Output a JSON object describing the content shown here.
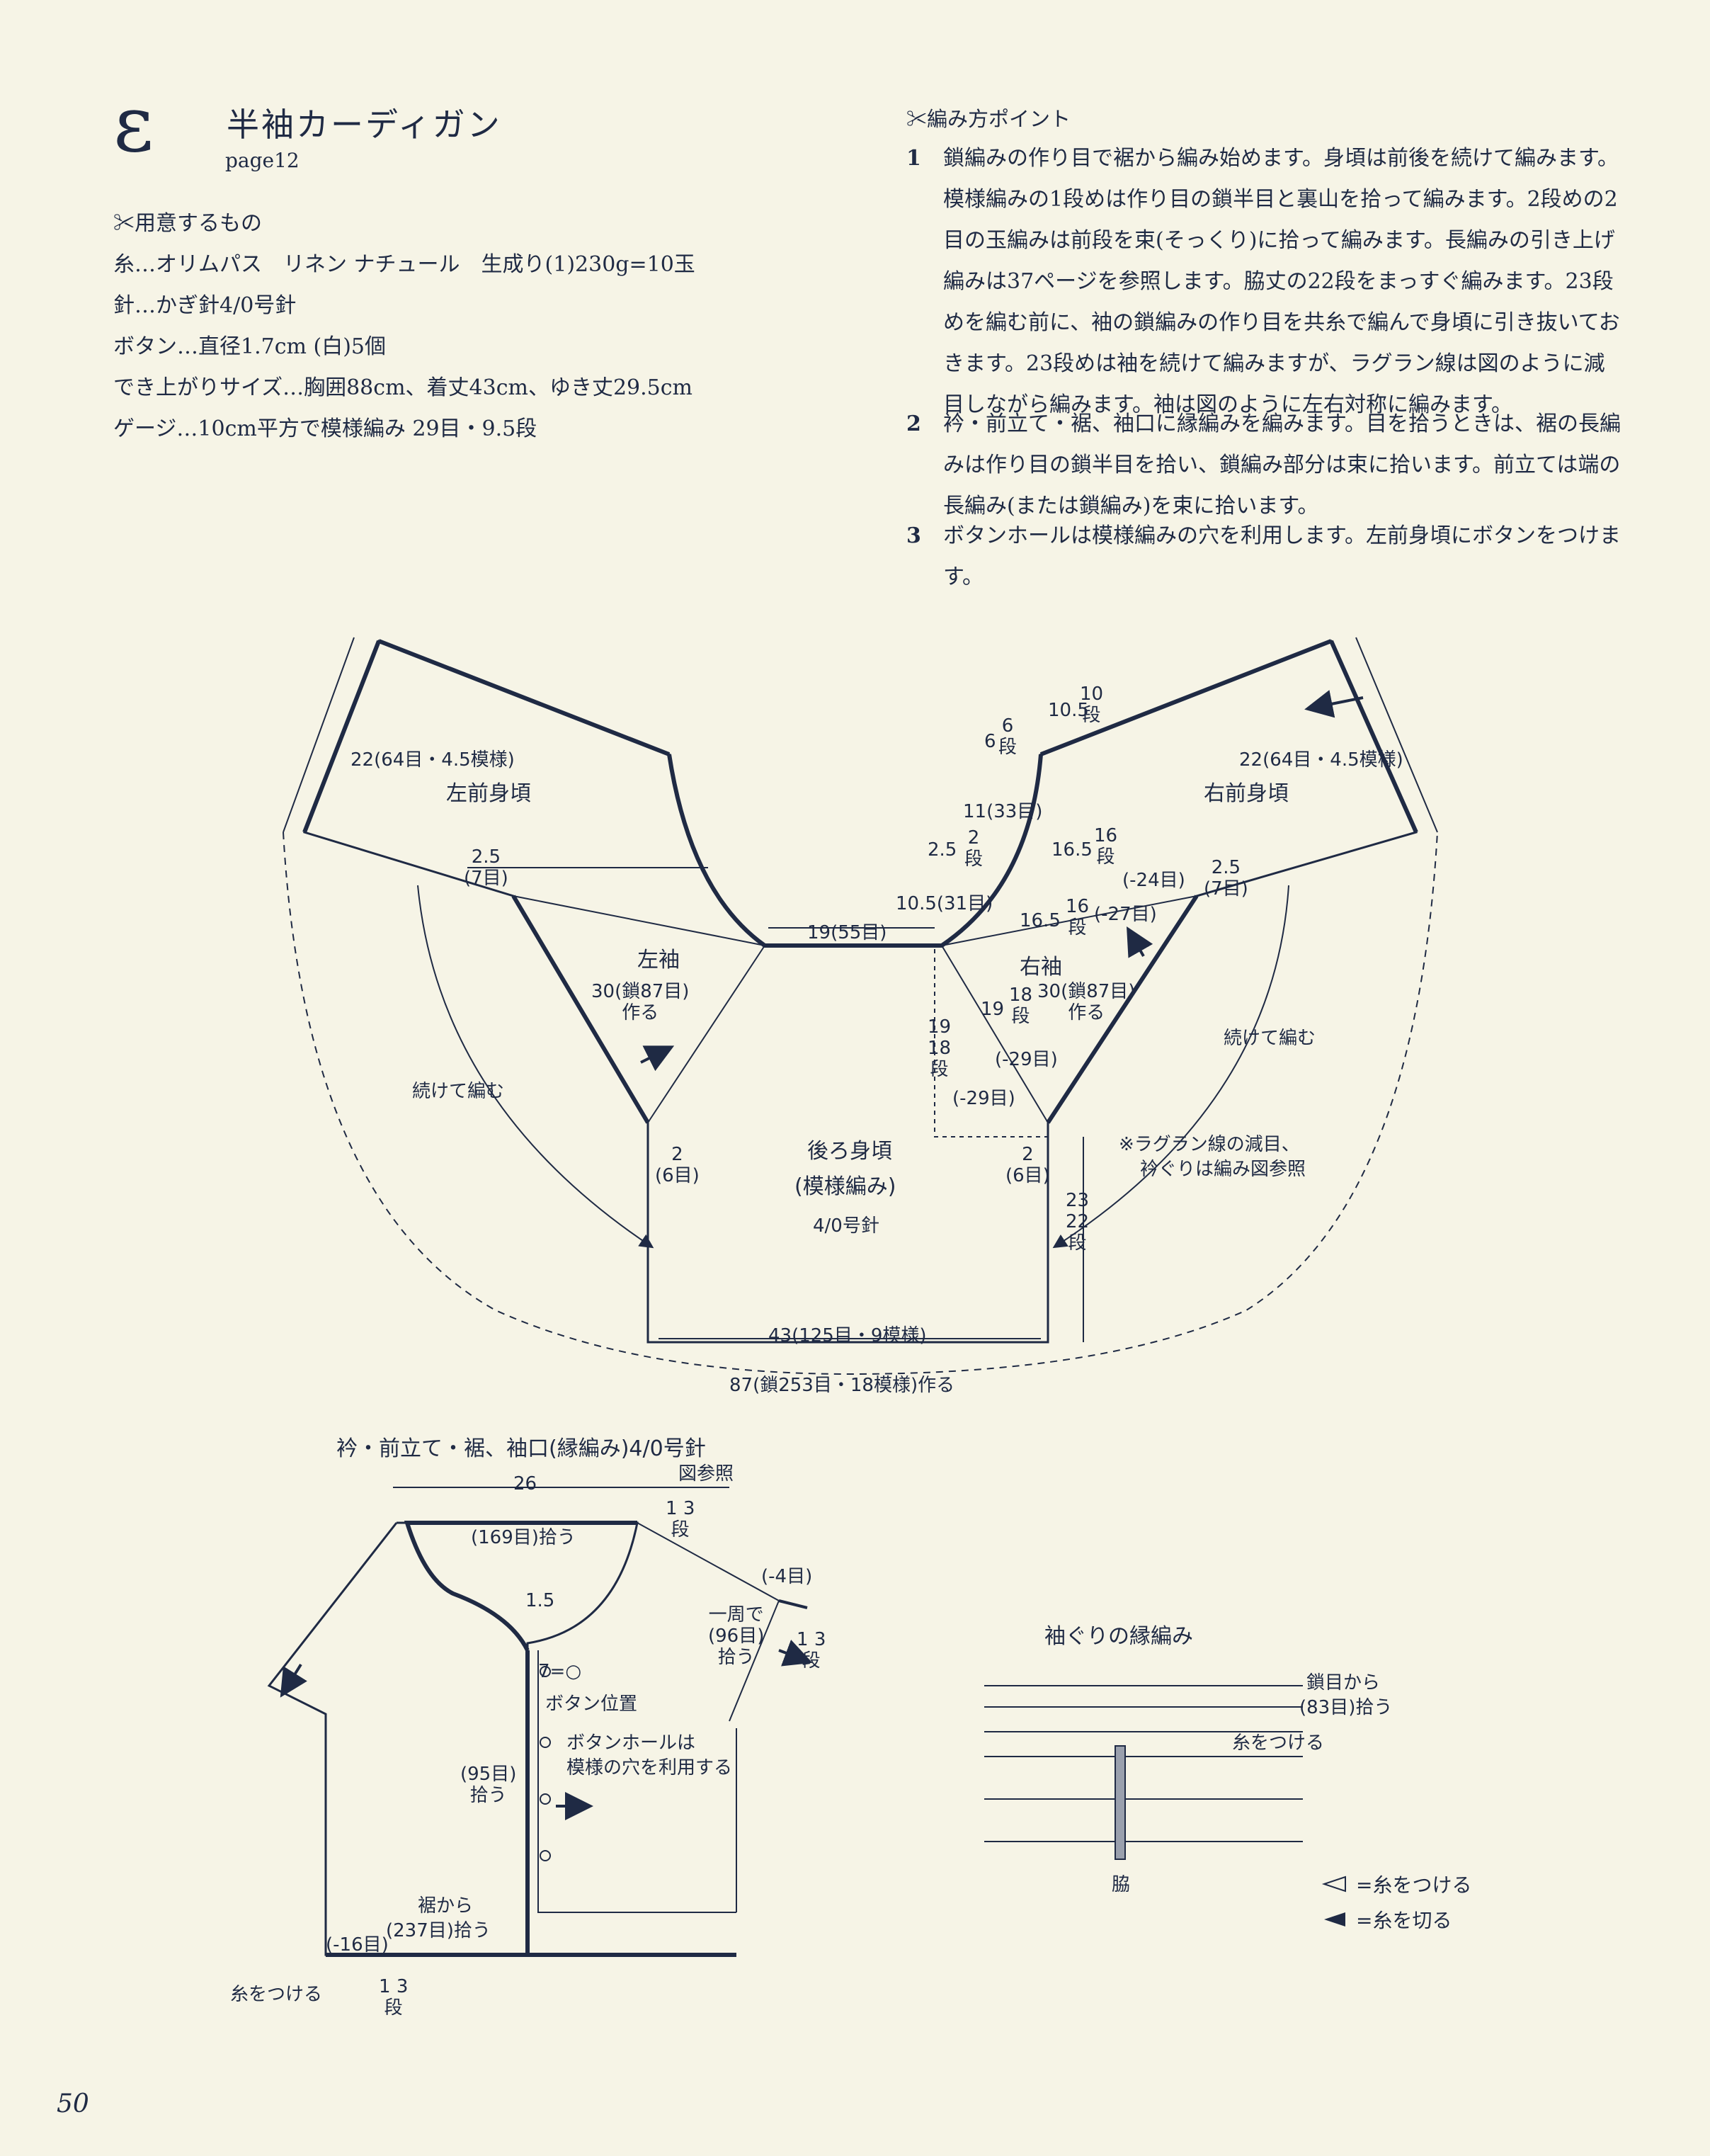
{
  "header": {
    "letter": "ε",
    "title": "半袖カーディガン",
    "page_ref": "page12"
  },
  "materials": {
    "heading": "✂用意するもの",
    "lines": [
      "糸…オリムパス　リネン ナチュール　生成り(1)230g=10玉",
      "針…かぎ針4/0号針",
      "ボタン…直径1.7cm (白)5個",
      "でき上がりサイズ…胸囲88cm、着丈43cm、ゆき丈29.5cm",
      "ゲージ…10cm平方で模様編み 29目・9.5段"
    ]
  },
  "points": {
    "heading": "✂編み方ポイント",
    "items": [
      {
        "num": "1",
        "text": "鎖編みの作り目で裾から編み始めます。身頃は前後を続けて編みます。模様編みの1段めは作り目の鎖半目と裏山を拾って編みます。2段めの2目の玉編みは前段を束(そっくり)に拾って編みます。長編みの引き上げ編みは37ページを参照します。脇丈の22段をまっすぐ編みます。23段めを編む前に、袖の鎖編みの作り目を共糸で編んで身頃に引き抜いておきます。23段めは袖を続けて編みますが、ラグラン線は図のように減目しながら編みます。袖は図のように左右対称に編みます。"
      },
      {
        "num": "2",
        "text": "衿・前立て・裾、袖口に縁編みを編みます。目を拾うときは、裾の長編みは作り目の鎖半目を拾い、鎖編み部分は束に拾います。前立ては端の長編み(または鎖編み)を束に拾います。"
      },
      {
        "num": "3",
        "text": "ボタンホールは模様編みの穴を利用します。左前身頃にボタンをつけます。"
      }
    ]
  },
  "main_diagram": {
    "left_front": "左前身頃",
    "right_front": "右前身頃",
    "left_sleeve": "左袖",
    "right_sleeve": "右袖",
    "back": "後ろ身頃",
    "back_pattern": "(模様編み)",
    "needle": "4/0号針",
    "lf_width": "22(64目・4.5模様)",
    "rf_width": "22(64目・4.5模様)",
    "lf_side_a": "2.5",
    "lf_side_b": "(7目)",
    "rf_side_a": "2.5",
    "rf_side_b": "(7目)",
    "back_neck": "19(55目)",
    "ls_length_a": "30(鎖87目)",
    "ls_length_b": "作る",
    "rs_length_a": "30(鎖87目)",
    "rs_length_b": "作る",
    "continue_left": "続けて編む",
    "continue_right": "続けて編む",
    "back_left_a": "2",
    "back_left_b": "(6目)",
    "back_right_a": "2",
    "back_right_b": "(6目)",
    "back_width": "43(125目・9模様)",
    "total_width": "87(鎖253目・18模様)作る",
    "height_a": "23",
    "height_b": "22",
    "height_c": "段",
    "note_a": "※ラグラン線の減目、",
    "note_b": "衿ぐりは編み図参照",
    "m_10_5a": "10.5",
    "m_10_5a_rows": "10",
    "m_6": "6",
    "m_6_rows": "6",
    "m_11": "11(33目)",
    "m_2_5": "2.5",
    "m_2_5_rows": "2",
    "m_10_5b": "10.5(31目)",
    "m_16_5a": "16.5",
    "m_16_5a_rows": "16",
    "m_m24": "(-24目)",
    "m_16_5b": "16.5",
    "m_16_5b_rows": "16",
    "m_m27": "(-27目)",
    "m_19a": "19",
    "m_19a_rows": "18",
    "m_m29a": "(-29目)",
    "m_19b": "19",
    "m_19b_rows": "18",
    "m_m29b": "(-29目)",
    "dan": "段"
  },
  "edging_diagram": {
    "title": "衿・前立て・裾、袖口(縁編み)4/0号針",
    "ref": "図参照",
    "width": "26",
    "neck_pick": "(169目)拾う",
    "neck_rows_a": "1",
    "neck_rows_b": "3",
    "neck_rows_c": "段",
    "cuff_dec": "(-4目)",
    "cuff_round_a": "一周で",
    "cuff_round_b": "(96目)",
    "cuff_round_c": "拾う",
    "cuff_rows_a": "1",
    "cuff_rows_b": "3",
    "cuff_rows_c": "段",
    "top_1_5": "1.5",
    "seven": "7=○",
    "button_pos": "ボタン位置",
    "buttonhole_a": "ボタンホールは",
    "buttonhole_b": "模様の穴を利用する",
    "front_pick_a": "(95目)",
    "front_pick_b": "拾う",
    "hem_a": "裾から",
    "hem_b": "(237目)拾う",
    "hem_dec": "(-16目)",
    "attach": "糸をつける",
    "hem_rows_a": "1",
    "hem_rows_b": "3",
    "hem_rows_c": "段"
  },
  "armhole_chart": {
    "title": "袖ぐりの縁編み",
    "pick_a": "鎖目から",
    "pick_b": "(83目)拾う",
    "attach": "糸をつける",
    "side": "脇"
  },
  "legend": {
    "attach": "=糸をつける",
    "cut": "=糸を切る"
  },
  "footer": {
    "page_number": "50"
  },
  "colors": {
    "paper": "#f6f4e6",
    "ink": "#1f2a44"
  }
}
